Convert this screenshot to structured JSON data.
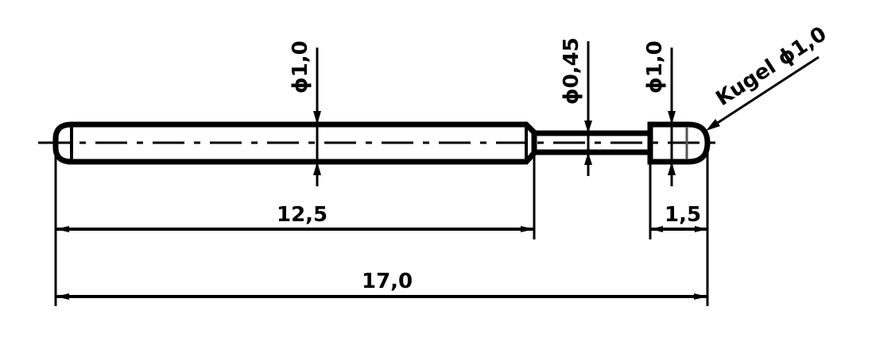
{
  "drawing": {
    "type": "technical-drawing",
    "subject": "test probe pin",
    "line_color": "#000000",
    "background": "#ffffff",
    "inner_line_color": "#555555"
  },
  "dimensions": {
    "dia_body": "ϕ1,0",
    "dia_neck": "ϕ0,45",
    "dia_head": "ϕ1,0",
    "ball_note": "Kugel ϕ1,0",
    "len_body": "12,5",
    "len_head": "1,5",
    "len_total": "17,0"
  }
}
